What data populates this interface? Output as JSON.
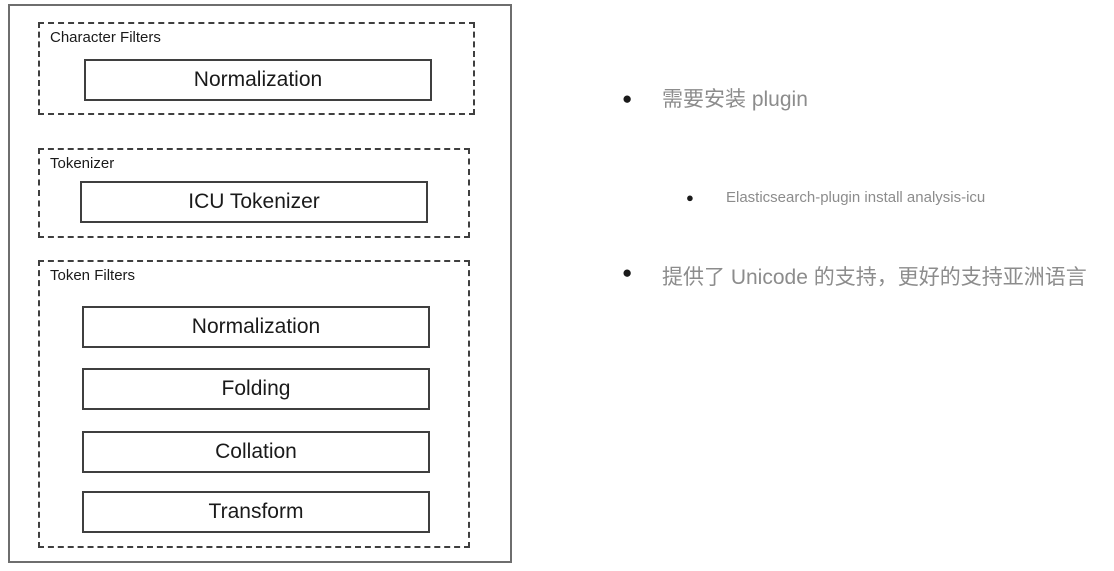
{
  "diagram": {
    "groups": [
      {
        "id": "character-filters",
        "label": "Character Filters",
        "items": [
          {
            "label": "Normalization"
          }
        ]
      },
      {
        "id": "tokenizer",
        "label": "Tokenizer",
        "items": [
          {
            "label": "ICU Tokenizer"
          }
        ]
      },
      {
        "id": "token-filters",
        "label": "Token Filters",
        "items": [
          {
            "label": "Normalization"
          },
          {
            "label": "Folding"
          },
          {
            "label": "Collation"
          },
          {
            "label": "Transform"
          }
        ]
      }
    ]
  },
  "notes": {
    "bullet_glyph": "●",
    "items": [
      {
        "level": 1,
        "text": "需要安装 plugin"
      },
      {
        "level": 2,
        "text": "Elasticsearch-plugin install analysis-icu"
      },
      {
        "level": 1,
        "text": "提供了 Unicode 的支持，更好的支持亚洲语言"
      }
    ]
  },
  "colors": {
    "panel_border": "#6e6e6e",
    "group_border": "#3f3f3f",
    "item_border": "#3f3f3f",
    "text_dark": "#1a1a1a",
    "text_muted": "#8c8c8c",
    "background": "#ffffff"
  }
}
